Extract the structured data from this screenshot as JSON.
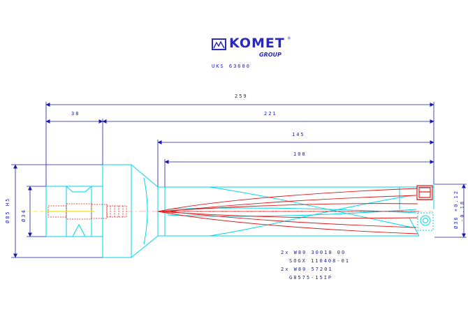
{
  "brand": {
    "name": "KOMET",
    "group": "GROUP",
    "registered": "®",
    "part_number": "UKS 63600"
  },
  "dimensions": {
    "overall_length": "259",
    "shank_length": "38",
    "body_length": "221",
    "length_145": "145",
    "length_108": "108",
    "shank_diameter": "Ø34",
    "flange_diameter": "Ø85 H5",
    "cut_diameter": "Ø36 +0.12",
    "cut_tolerance": "-0.18"
  },
  "parts_list": [
    "2x W80 30010 00",
    "SOGX 110408-01",
    "2x W80 57201",
    "G8575-15IP"
  ],
  "colors": {
    "outline": "#00d6e8",
    "insert": "#e01818",
    "dimension": "#1a1aa8",
    "coolant": "#e8e800",
    "centerline": "#ff7777"
  }
}
